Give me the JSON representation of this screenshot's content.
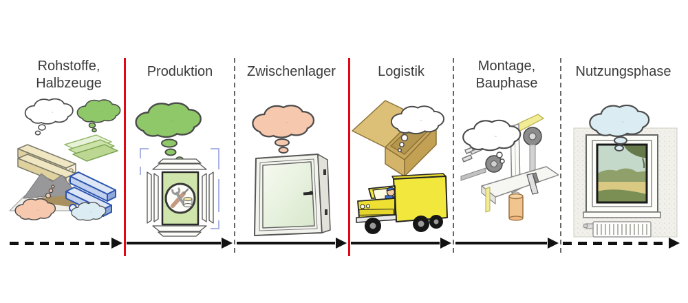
{
  "diagram": {
    "type": "process-flow",
    "language": "de",
    "phases": [
      {
        "id": "rohstoffe-halbzeuge",
        "label": "Rohstoffe, Halbzeuge",
        "label_lines": [
          "Rohstoffe,",
          "Halbzeuge"
        ],
        "icons": [
          "white-thought-cloud",
          "green-thought-cloud",
          "wood-beams",
          "glass-panes",
          "gravel-pile",
          "steel-profiles",
          "pink-thought-cloud",
          "blue-thought-cloud"
        ],
        "arrow_style": "dashed",
        "divider_after": {
          "style": "solid",
          "color": "#e30613"
        }
      },
      {
        "id": "produktion",
        "label": "Produktion",
        "label_lines": [
          "Produktion"
        ],
        "icons": [
          "green-thought-cloud",
          "window-assembly-frame",
          "tools-circle"
        ],
        "arrow_style": "solid",
        "divider_after": {
          "style": "dashed",
          "color": "#666666"
        }
      },
      {
        "id": "zwischenlager",
        "label": "Zwischenlager",
        "label_lines": [
          "Zwischenlager"
        ],
        "icons": [
          "pink-thought-cloud",
          "open-window"
        ],
        "arrow_style": "solid",
        "divider_after": {
          "style": "solid",
          "color": "#e30613"
        }
      },
      {
        "id": "logistik",
        "label": "Logistik",
        "label_lines": [
          "Logistik"
        ],
        "icons": [
          "white-thought-cloud",
          "cardboard-box",
          "delivery-truck"
        ],
        "arrow_style": "solid",
        "divider_after": {
          "style": "dashed",
          "color": "#666666"
        }
      },
      {
        "id": "montage-bauphase",
        "label": "Montage, Bauphase",
        "label_lines": [
          "Montage,",
          "Bauphase"
        ],
        "icons": [
          "white-thought-cloud",
          "mounting-materials",
          "tape-rolls",
          "sealant-can"
        ],
        "arrow_style": "solid",
        "divider_after": {
          "style": "dashed",
          "color": "#666666"
        }
      },
      {
        "id": "nutzungsphase",
        "label": "Nutzungsphase",
        "label_lines": [
          "Nutzungsphase"
        ],
        "icons": [
          "blue-thought-cloud",
          "installed-window",
          "radiator"
        ],
        "arrow_style": "dashed",
        "divider_after": null
      }
    ],
    "timeline": {
      "direction": "left-to-right",
      "color": "#111111",
      "segments": [
        {
          "phase": "Rohstoffe, Halbzeuge",
          "style": "dashed"
        },
        {
          "phase": "Produktion",
          "style": "solid"
        },
        {
          "phase": "Zwischenlager",
          "style": "solid"
        },
        {
          "phase": "Logistik",
          "style": "solid"
        },
        {
          "phase": "Montage, Bauphase",
          "style": "solid"
        },
        {
          "phase": "Nutzungsphase",
          "style": "dashed"
        }
      ]
    },
    "colors": {
      "background": "#ffffff",
      "text": "#3a3a3a",
      "divider_red": "#e30613",
      "divider_gray": "#666666",
      "arrow": "#111111",
      "cloud_green": "#8fc868",
      "cloud_pink": "#f6c8ae",
      "cloud_blue": "#dbedf2",
      "cloud_white": "#ffffff",
      "cloud_outline": "#4a4a4a"
    }
  }
}
